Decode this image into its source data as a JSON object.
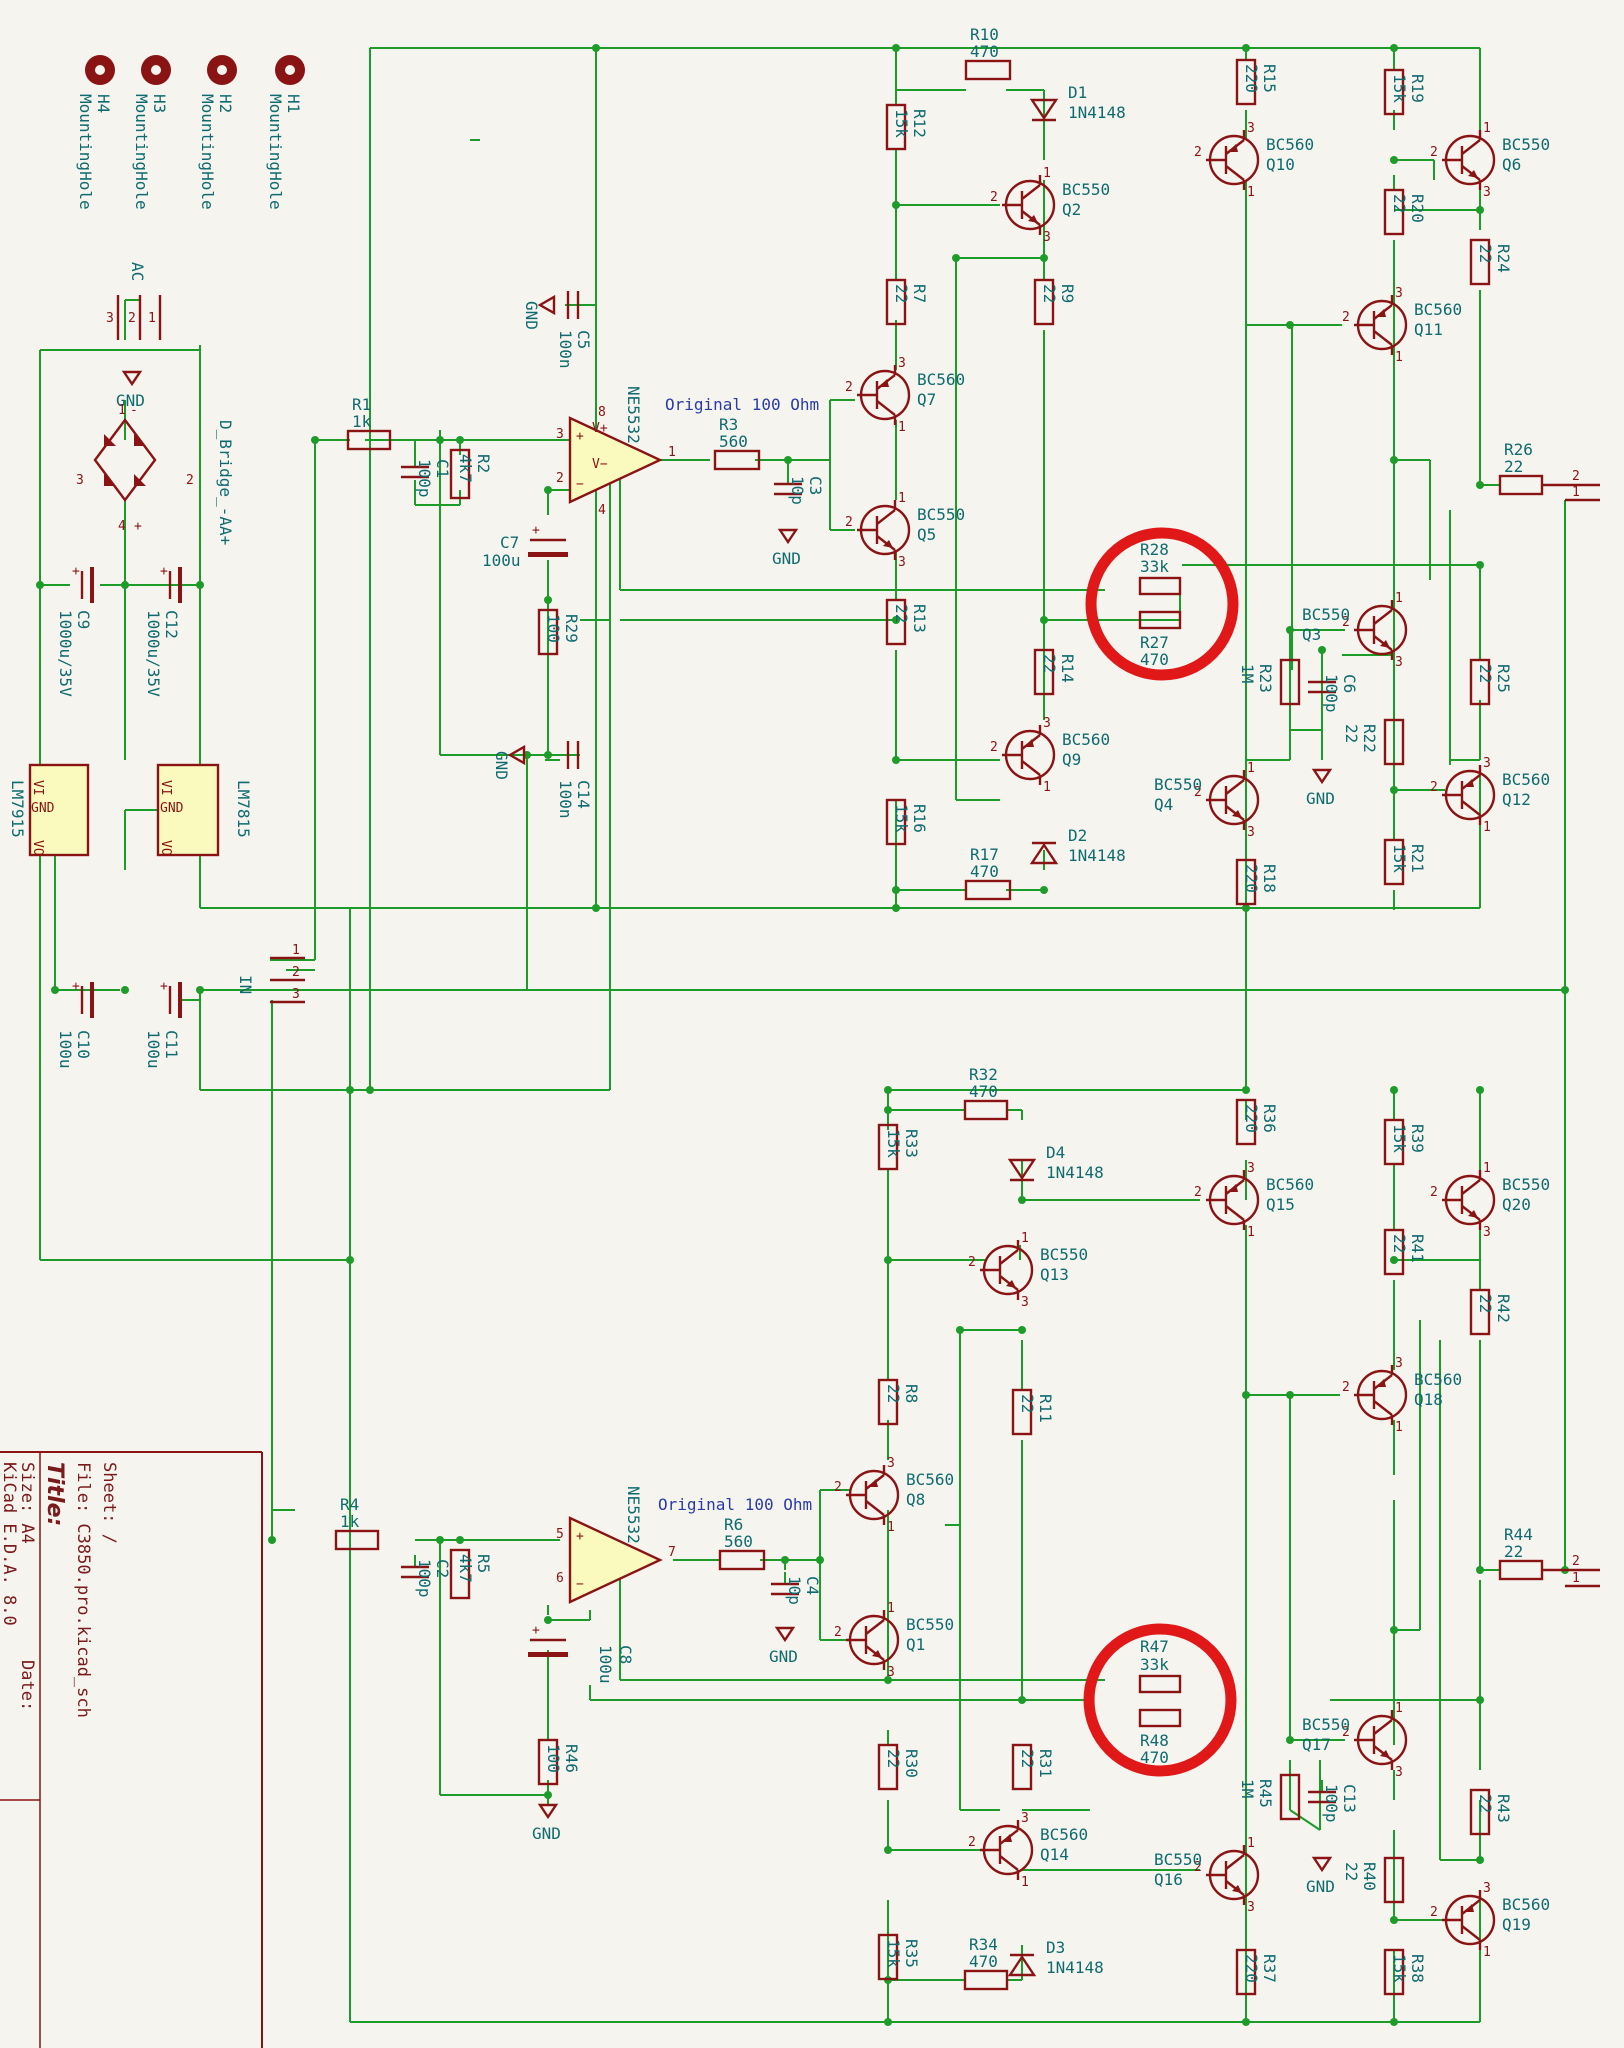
{
  "title_block": {
    "sheet": "Sheet: /",
    "file": "File: C3850.pro.kicad_sch",
    "title": "Title:",
    "size": "Size: A4",
    "date": "Date:",
    "kicad": "KiCad E.D.A. 8.0"
  },
  "notes": {
    "top": "Original 100 Ohm",
    "bottom": "Original 100 Ohm"
  },
  "mounting": [
    {
      "ref": "H4",
      "val": "MountingHole"
    },
    {
      "ref": "H3",
      "val": "MountingHole"
    },
    {
      "ref": "H2",
      "val": "MountingHole"
    },
    {
      "ref": "H1",
      "val": "MountingHole"
    }
  ],
  "connectors": {
    "ac": "AC",
    "in": "IN",
    "gnd": "GND"
  },
  "bridge": {
    "ref": "D_Bridge_-AA+"
  },
  "regs": [
    {
      "ref": "LM7915",
      "pin_vi": "VI",
      "pin_gnd": "GND",
      "pin_vo": "VO"
    },
    {
      "ref": "LM7815",
      "pin_vi": "VI",
      "pin_gnd": "GND",
      "pin_vo": "VO"
    }
  ],
  "opamps": [
    {
      "ref": "NE5532"
    },
    {
      "ref": "NE5532"
    }
  ],
  "highlights": [
    {
      "ref_a": "R28",
      "val_a": "33k",
      "ref_b": "R27",
      "val_b": "470"
    },
    {
      "ref_a": "R47",
      "val_a": "33k",
      "ref_b": "R48",
      "val_b": "470"
    }
  ],
  "parts": {
    "C9": {
      "ref": "C9",
      "val": "1000u/35V"
    },
    "C12": {
      "ref": "C12",
      "val": "1000u/35V"
    },
    "C10": {
      "ref": "C10",
      "val": "100u"
    },
    "C11": {
      "ref": "C11",
      "val": "100u"
    },
    "R1": {
      "ref": "R1",
      "val": "1k"
    },
    "C1": {
      "ref": "C1",
      "val": "100p"
    },
    "R2": {
      "ref": "R2",
      "val": "4k7"
    },
    "C5": {
      "ref": "C5",
      "val": "100n"
    },
    "C7": {
      "ref": "C7",
      "val": "100u"
    },
    "R29": {
      "ref": "R29",
      "val": "100"
    },
    "C14": {
      "ref": "C14",
      "val": "100n"
    },
    "R3": {
      "ref": "R3",
      "val": "560"
    },
    "C3": {
      "ref": "C3",
      "val": "10p"
    },
    "R12": {
      "ref": "R12",
      "val": "15k"
    },
    "R10": {
      "ref": "R10",
      "val": "470"
    },
    "D1": {
      "ref": "D1",
      "val": "1N4148"
    },
    "Q2": {
      "ref": "Q2",
      "val": "BC550"
    },
    "R7": {
      "ref": "R7",
      "val": "22"
    },
    "R9": {
      "ref": "R9",
      "val": "22"
    },
    "Q7": {
      "ref": "Q7",
      "val": "BC560"
    },
    "Q5": {
      "ref": "Q5",
      "val": "BC550"
    },
    "R13": {
      "ref": "R13",
      "val": "22"
    },
    "R14": {
      "ref": "R14",
      "val": "22"
    },
    "Q9": {
      "ref": "Q9",
      "val": "BC560"
    },
    "R16": {
      "ref": "R16",
      "val": "15k"
    },
    "R17": {
      "ref": "R17",
      "val": "470"
    },
    "D2": {
      "ref": "D2",
      "val": "1N4148"
    },
    "R15": {
      "ref": "R15",
      "val": "220"
    },
    "Q10": {
      "ref": "Q10",
      "val": "BC560"
    },
    "R19": {
      "ref": "R19",
      "val": "15k"
    },
    "Q6": {
      "ref": "Q6",
      "val": "BC550"
    },
    "R20": {
      "ref": "R20",
      "val": "22"
    },
    "R24": {
      "ref": "R24",
      "val": "22"
    },
    "Q11": {
      "ref": "Q11",
      "val": "BC560"
    },
    "R26": {
      "ref": "R26",
      "val": "22"
    },
    "Q3": {
      "ref": "Q3",
      "val": "BC550"
    },
    "R23": {
      "ref": "R23",
      "val": "1M"
    },
    "C6": {
      "ref": "C6",
      "val": "100p"
    },
    "R22": {
      "ref": "R22",
      "val": "22"
    },
    "R25": {
      "ref": "R25",
      "val": "22"
    },
    "Q4": {
      "ref": "Q4",
      "val": "BC550"
    },
    "Q12": {
      "ref": "Q12",
      "val": "BC560"
    },
    "R18": {
      "ref": "R18",
      "val": "220"
    },
    "R21": {
      "ref": "R21",
      "val": "15k"
    },
    "R4": {
      "ref": "R4",
      "val": "1k"
    },
    "C2": {
      "ref": "C2",
      "val": "100p"
    },
    "R5": {
      "ref": "R5",
      "val": "4k7"
    },
    "C8": {
      "ref": "C8",
      "val": "100u"
    },
    "R46": {
      "ref": "R46",
      "val": "100"
    },
    "R6": {
      "ref": "R6",
      "val": "560"
    },
    "C4": {
      "ref": "C4",
      "val": "10p"
    },
    "R33": {
      "ref": "R33",
      "val": "15k"
    },
    "R32": {
      "ref": "R32",
      "val": "470"
    },
    "D4": {
      "ref": "D4",
      "val": "1N4148"
    },
    "Q13": {
      "ref": "Q13",
      "val": "BC550"
    },
    "R8": {
      "ref": "R8",
      "val": "22"
    },
    "R11": {
      "ref": "R11",
      "val": "22"
    },
    "Q8": {
      "ref": "Q8",
      "val": "BC560"
    },
    "Q1": {
      "ref": "Q1",
      "val": "BC550"
    },
    "R30": {
      "ref": "R30",
      "val": "22"
    },
    "R31": {
      "ref": "R31",
      "val": "22"
    },
    "Q14": {
      "ref": "Q14",
      "val": "BC560"
    },
    "R35": {
      "ref": "R35",
      "val": "15k"
    },
    "R34": {
      "ref": "R34",
      "val": "470"
    },
    "D3": {
      "ref": "D3",
      "val": "1N4148"
    },
    "R36": {
      "ref": "R36",
      "val": "220"
    },
    "Q15": {
      "ref": "Q15",
      "val": "BC560"
    },
    "R39": {
      "ref": "R39",
      "val": "15k"
    },
    "Q20": {
      "ref": "Q20",
      "val": "BC550"
    },
    "R41": {
      "ref": "R41",
      "val": "22"
    },
    "R42": {
      "ref": "R42",
      "val": "22"
    },
    "Q18": {
      "ref": "Q18",
      "val": "BC560"
    },
    "R44": {
      "ref": "R44",
      "val": "22"
    },
    "Q17": {
      "ref": "Q17",
      "val": "BC550"
    },
    "R45": {
      "ref": "R45",
      "val": "1M"
    },
    "C13": {
      "ref": "C13",
      "val": "100p"
    },
    "R40": {
      "ref": "R40",
      "val": "22"
    },
    "R43": {
      "ref": "R43",
      "val": "22"
    },
    "Q16": {
      "ref": "Q16",
      "val": "BC550"
    },
    "Q19": {
      "ref": "Q19",
      "val": "BC560"
    },
    "R37": {
      "ref": "R37",
      "val": "220"
    },
    "R38": {
      "ref": "R38",
      "val": "15k"
    }
  },
  "colors": {
    "wire": "#1e9c2a",
    "part": "#8a1414",
    "text": "#0f6b6f",
    "note": "#2a3ba8",
    "highlight": "#e01818",
    "background": "#f5f4ef"
  }
}
